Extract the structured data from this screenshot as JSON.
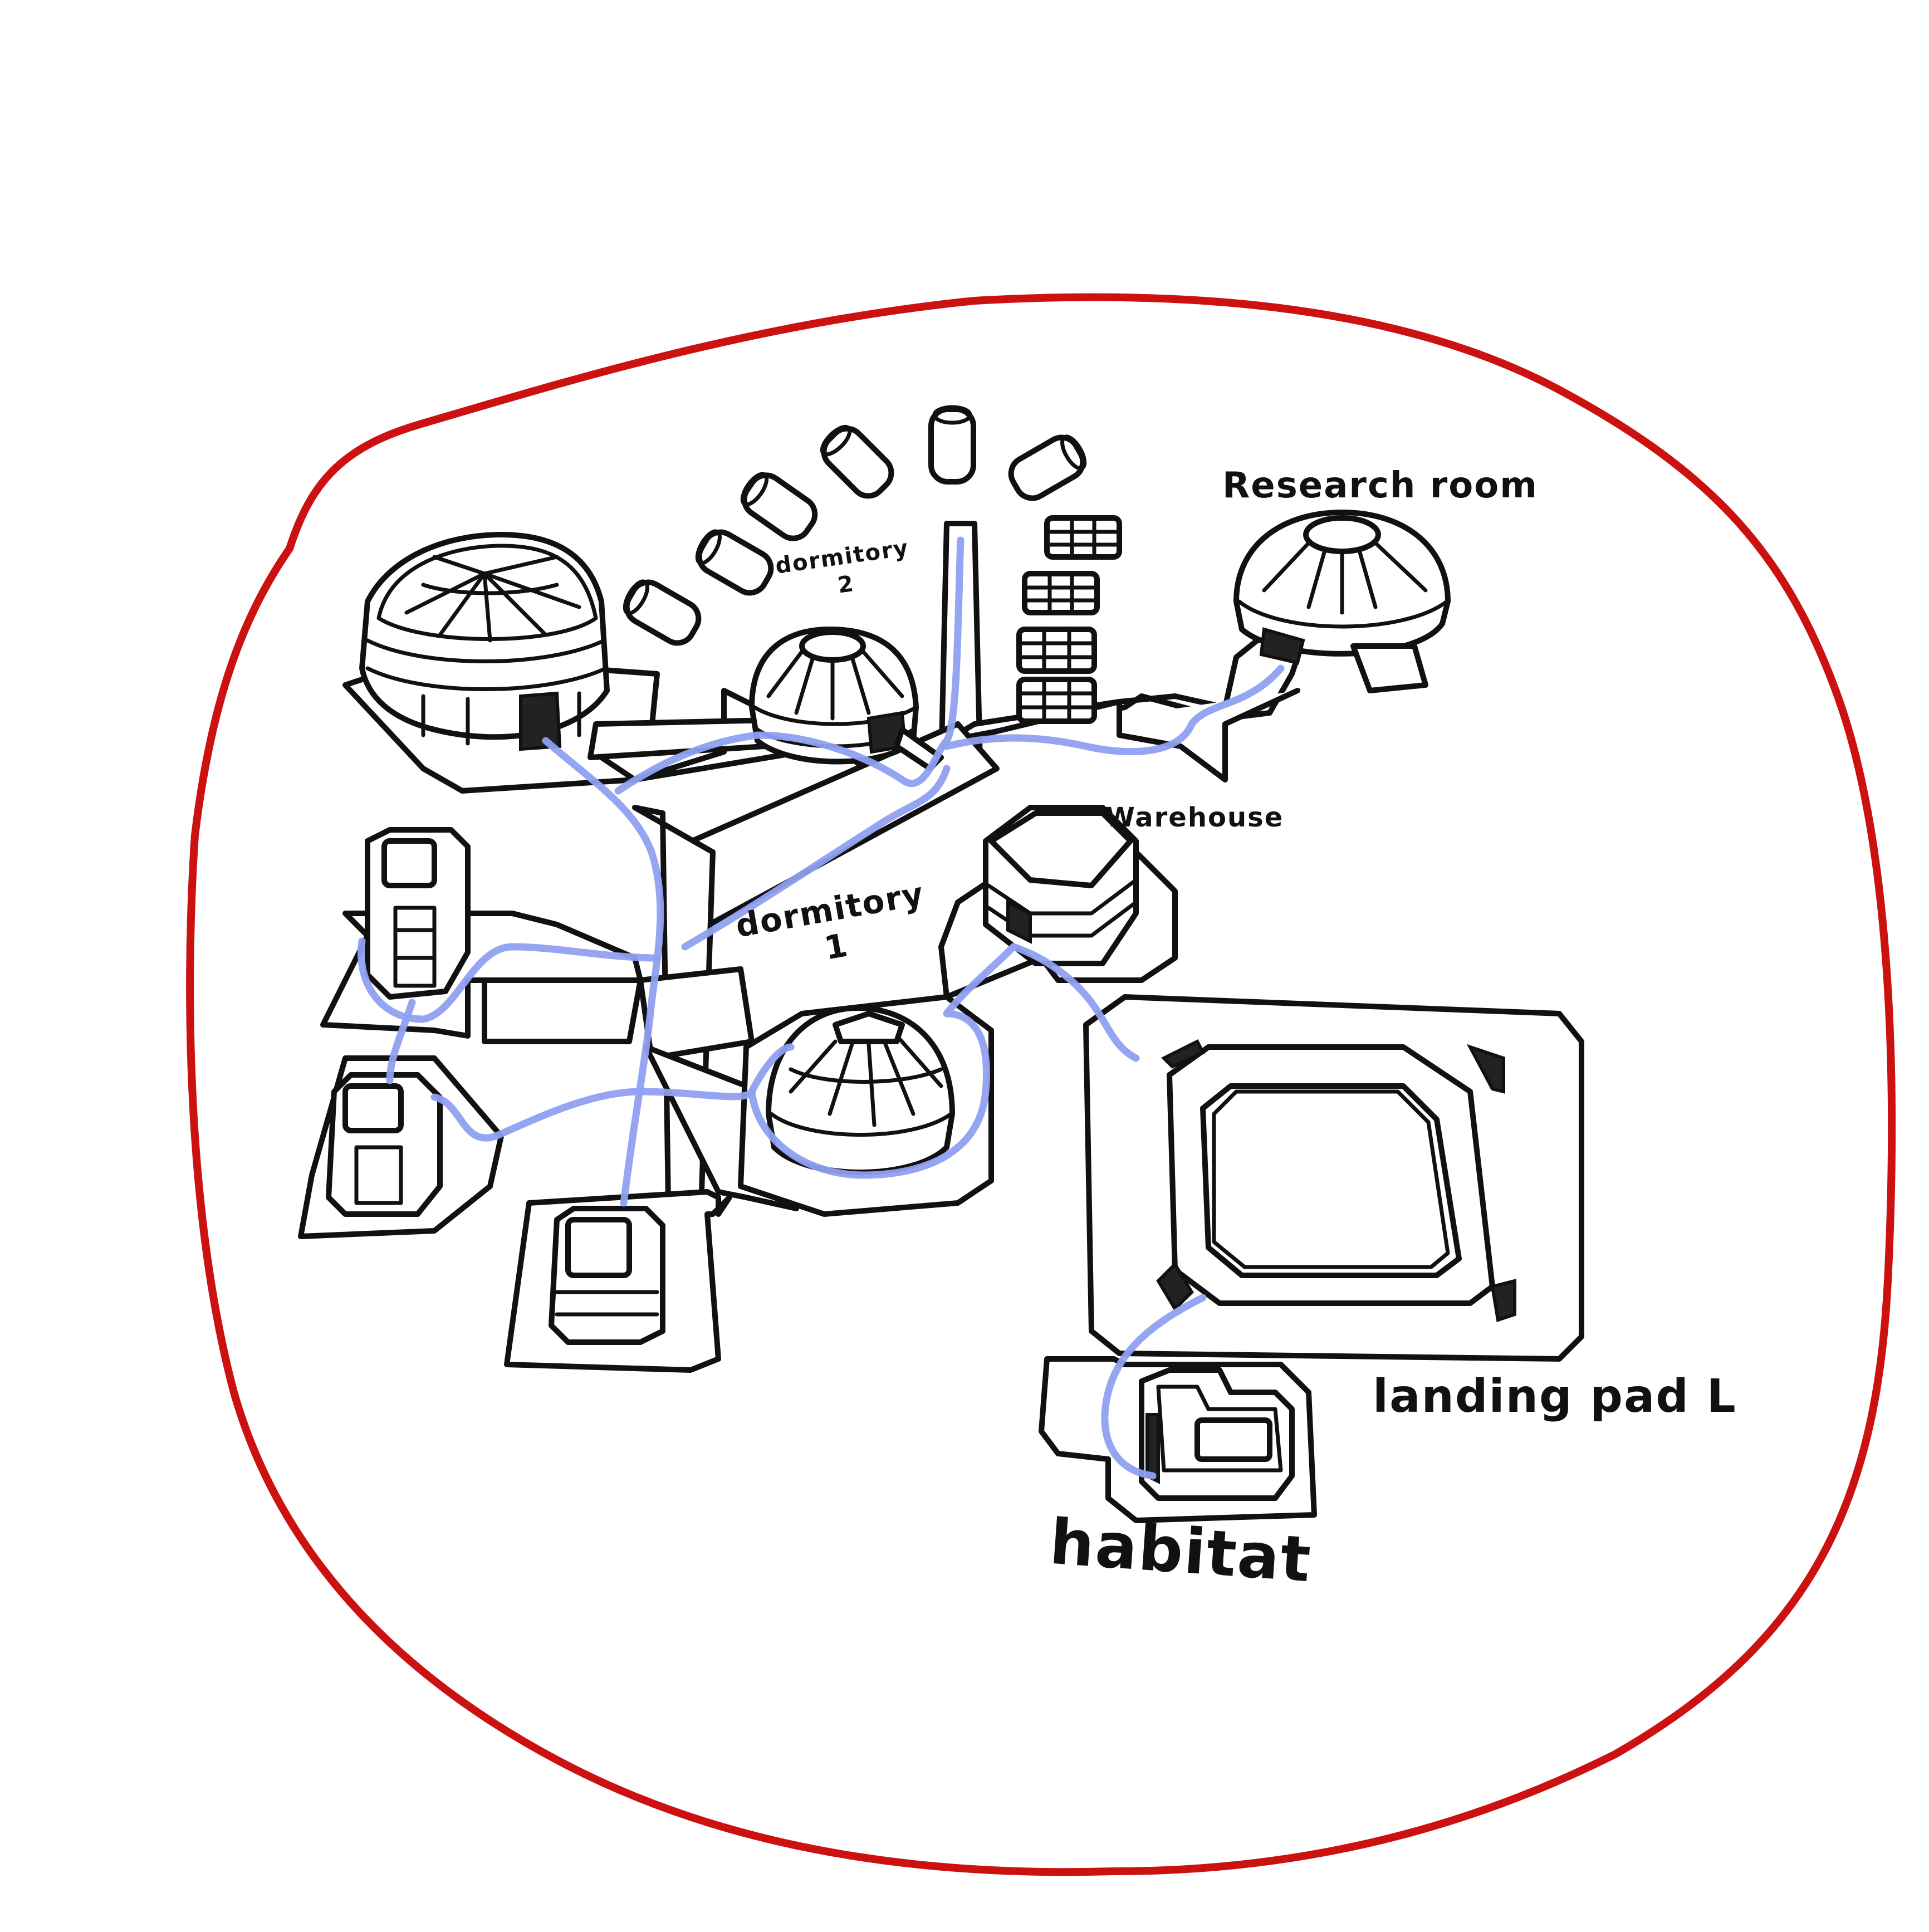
{
  "colors": {
    "boundary": "#cc1111",
    "ink": "#111111",
    "route": "#8fa0f0",
    "background": "#ffffff"
  },
  "labels": {
    "research_room": "Research room",
    "dormitory_2_line1": "dormitory",
    "dormitory_2_line2": "2",
    "warehouse": "Warehouse",
    "dormitory_1_line1": "dormitory",
    "dormitory_1_line2": "1",
    "landing_pad": "landing pad L",
    "habitat": "habitat"
  }
}
